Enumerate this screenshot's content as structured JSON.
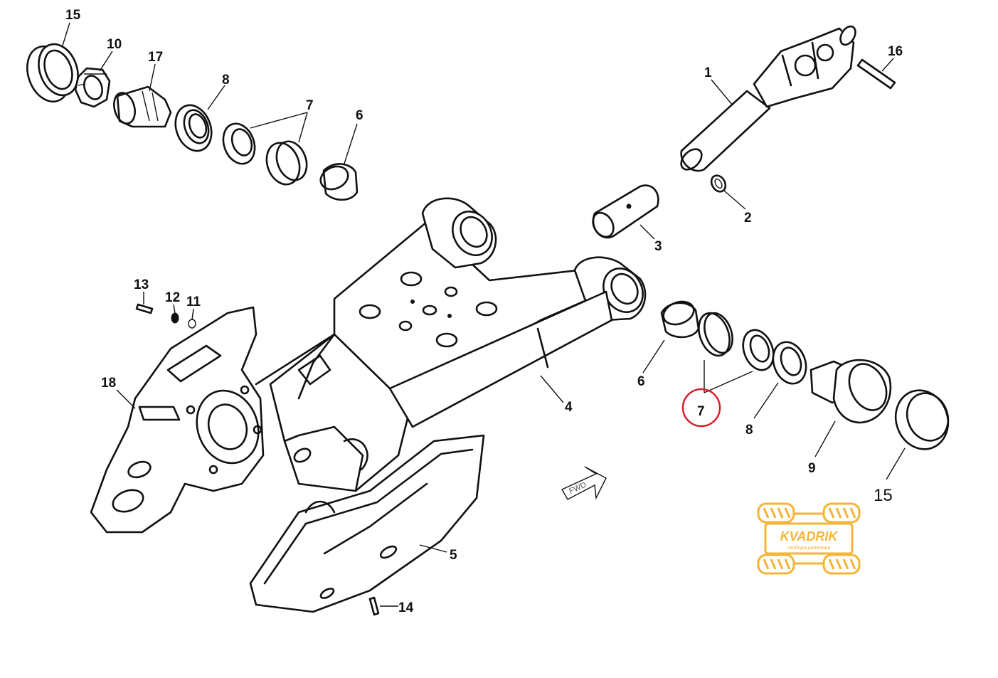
{
  "diagram": {
    "callouts": [
      {
        "id": "c15a",
        "label": "15"
      },
      {
        "id": "c10",
        "label": "10"
      },
      {
        "id": "c17",
        "label": "17"
      },
      {
        "id": "c8a",
        "label": "8"
      },
      {
        "id": "c7a",
        "label": "7"
      },
      {
        "id": "c6a",
        "label": "6"
      },
      {
        "id": "c1",
        "label": "1"
      },
      {
        "id": "c16",
        "label": "16"
      },
      {
        "id": "c2",
        "label": "2"
      },
      {
        "id": "c3",
        "label": "3"
      },
      {
        "id": "c13",
        "label": "13"
      },
      {
        "id": "c12",
        "label": "12"
      },
      {
        "id": "c11",
        "label": "11"
      },
      {
        "id": "c18",
        "label": "18"
      },
      {
        "id": "c4",
        "label": "4"
      },
      {
        "id": "c6b",
        "label": "6"
      },
      {
        "id": "c7b",
        "label": "7"
      },
      {
        "id": "c8b",
        "label": "8"
      },
      {
        "id": "c9",
        "label": "9"
      },
      {
        "id": "c15b",
        "label": "15"
      },
      {
        "id": "c5",
        "label": "5"
      },
      {
        "id": "c14",
        "label": "14"
      }
    ],
    "highlight": {
      "target": "7",
      "color": "#d8202a"
    },
    "fwd_marker": "FWD"
  },
  "watermark": {
    "brand": "KVADRIK",
    "tagline": "свобода движения",
    "color": "#f3b437"
  }
}
